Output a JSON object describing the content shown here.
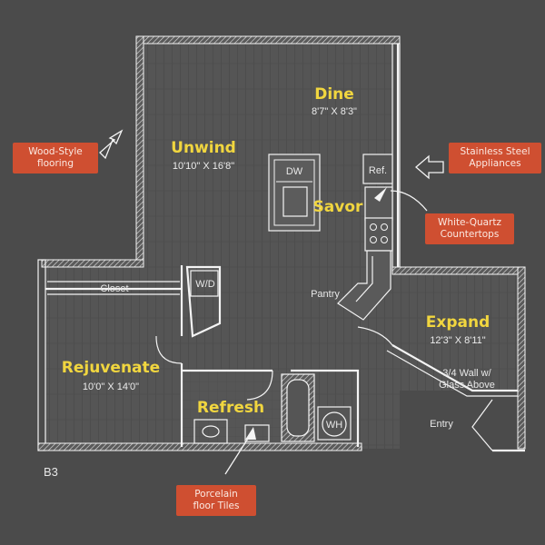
{
  "rooms": {
    "dine": {
      "name": "Dine",
      "dims": "8'7\" X 8'3\""
    },
    "unwind": {
      "name": "Unwind",
      "dims": "10'10\" X 16'8\""
    },
    "savor": {
      "name": "Savor"
    },
    "expand": {
      "name": "Expand",
      "dims": "12'3\" X 8'11\""
    },
    "rejuvenate": {
      "name": "Rejuvenate",
      "dims": "10'0\" X 14'0\""
    },
    "refresh": {
      "name": "Refresh"
    }
  },
  "labels": {
    "dw": "DW",
    "ref": "Ref.",
    "wd": "W/D",
    "closet": "Closet",
    "pantry": "Pantry",
    "wall_note_1": "3/4 Wall w/",
    "wall_note_2": "Glass Above",
    "entry": "Entry",
    "wh": "WH"
  },
  "callouts": {
    "flooring": [
      "Wood-Style",
      "flooring"
    ],
    "appliances": [
      "Stainless Steel",
      "Appliances"
    ],
    "countertops": [
      "White-Quartz",
      "Countertops"
    ],
    "tiles": [
      "Porcelain",
      "floor Tiles"
    ]
  },
  "plan_id": "B3",
  "colors": {
    "background": "#4b4b4b",
    "room_name": "#f1d63f",
    "callout": "#cf4f31",
    "wall": "#f4f4f4"
  }
}
